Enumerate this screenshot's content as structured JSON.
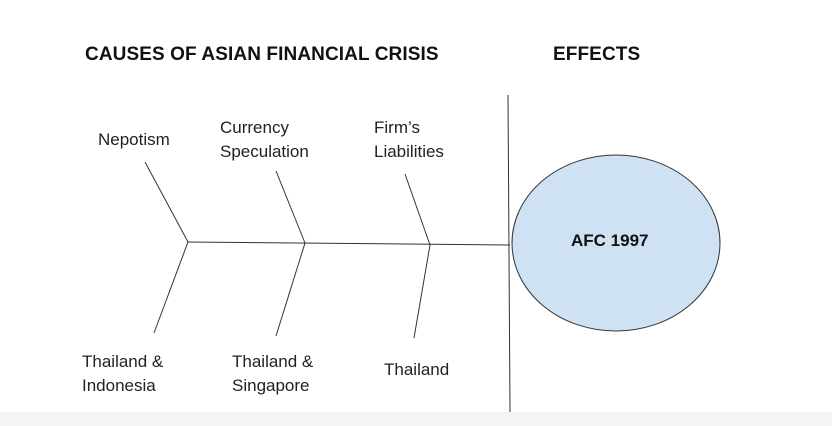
{
  "headings": {
    "causes": "CAUSES OF ASIAN FINANCIAL CRISIS",
    "effects": "EFFECTS"
  },
  "causes_top": [
    "Nepotism",
    "Currency\nSpeculation",
    "Firm’s\nLiabilities"
  ],
  "causes_bottom": [
    "Thailand &\nIndonesia",
    "Thailand &\nSingapore",
    "Thailand"
  ],
  "effect": {
    "label": "AFC 1997"
  },
  "colors": {
    "ellipse_fill": "#cfe2f3",
    "line": "#333333"
  }
}
